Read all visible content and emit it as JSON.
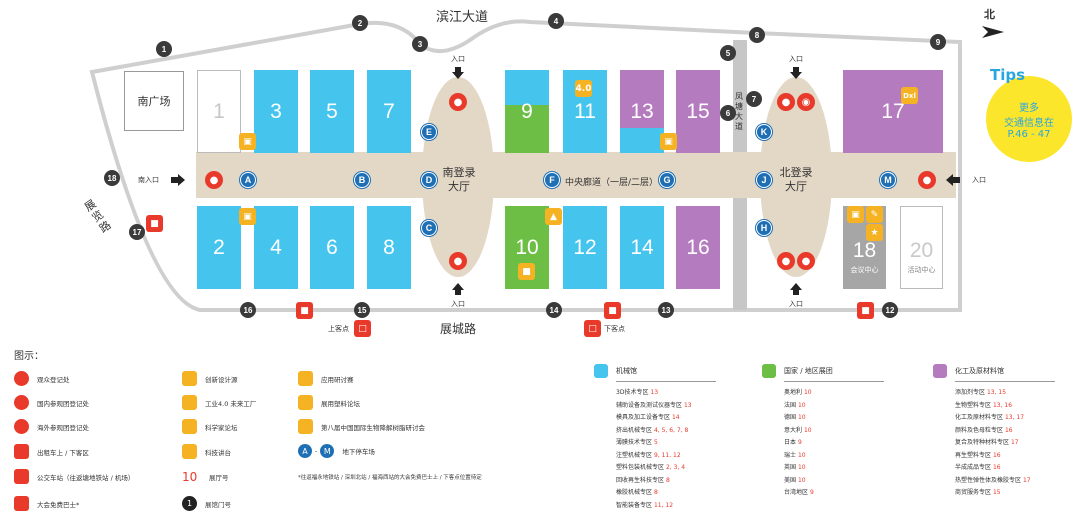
{
  "colors": {
    "machinery": "#45c5ee",
    "national": "#6dbe45",
    "chemical": "#b57bbf",
    "corridor": "#e2d6c5",
    "registration": "#e8392b",
    "gate": "#3a3a3a",
    "bus_stop": "#1f6fb5",
    "tips_yellow": "#fbe62b",
    "tips_blue": "#29a6e0"
  },
  "compass": {
    "label": "北"
  },
  "roads": {
    "north": "滨江大道",
    "south": "展城路",
    "west": "展览路",
    "middle": "凤塘大道"
  },
  "plaza": "南广场",
  "halls": {
    "h1": "1",
    "h2": "2",
    "h3": "3",
    "h4": "4",
    "h5": "5",
    "h6": "6",
    "h7": "7",
    "h8": "8",
    "h9": "9",
    "h10": "10",
    "h11": "11",
    "h12": "12",
    "h13": "13",
    "h14": "14",
    "h15": "15",
    "h16": "16",
    "h17": "17",
    "h18": "18",
    "h20": "20"
  },
  "hall_sublabels": {
    "h18": "会议中心",
    "h20": "活动中心"
  },
  "lobbies": {
    "south": "南登录\n大厅",
    "north": "北登录\n大厅"
  },
  "corridor_label": "中央廊道（一层/二层）",
  "entrances": {
    "label": "入口",
    "south_entrance": "南入口"
  },
  "gates": [
    "1",
    "2",
    "3",
    "4",
    "5",
    "6",
    "7",
    "8",
    "9",
    "12",
    "13",
    "14",
    "15",
    "16",
    "17",
    "18"
  ],
  "bus_stops": [
    "A",
    "B",
    "C",
    "D",
    "E",
    "F",
    "G",
    "H",
    "J",
    "K",
    "M"
  ],
  "stops": {
    "pickup": "上客点",
    "dropoff": "下客点"
  },
  "icon_badges": {
    "gen40": "4.0",
    "dxl": "Dxl"
  },
  "tips": {
    "title": "Tips",
    "line1": "更多",
    "line2": "交通信息在",
    "line3": "P.46 - 47"
  },
  "legend": {
    "title": "图示：",
    "col1": [
      {
        "icon": "visitor-registration-icon",
        "text": "观众登记处"
      },
      {
        "icon": "domestic-group-icon",
        "text": "国内参观团登记处"
      },
      {
        "icon": "overseas-group-icon",
        "text": "海外参观团登记处"
      },
      {
        "icon": "taxi-icon",
        "text": "出租车上 / 下客区"
      },
      {
        "icon": "bus-station-icon",
        "text": "公交车站（往返塘地铁站 / 机场）"
      },
      {
        "icon": "free-shuttle-icon",
        "text": "大会免费巴士*"
      }
    ],
    "col2": [
      {
        "icon": "dxl-icon",
        "text": "创新设计源"
      },
      {
        "icon": "industry40-icon",
        "text": "工业4.0 未来工厂"
      },
      {
        "icon": "scientist-forum-icon",
        "text": "科学家论坛"
      },
      {
        "icon": "tech-talk-icon",
        "text": "科技讲台"
      },
      {
        "icon": "hall-number-icon",
        "text": "展厅号",
        "sample": "10"
      },
      {
        "icon": "gate-number-icon",
        "text": "展馆门号",
        "sample": "1"
      }
    ],
    "col3": [
      {
        "icon": "application-seminar-icon",
        "text": "应用研讨赛"
      },
      {
        "icon": "plastics-forum-icon",
        "text": "展用塑料论坛"
      },
      {
        "icon": "bio-symposium-icon",
        "text": "第八届中国国际生物降解树脂研讨会"
      },
      {
        "icon": "parking-icon",
        "text": "地下停车场",
        "range": [
          "A",
          "M"
        ]
      }
    ],
    "footnote": "*往返福永地铁站 / 深圳北站 / 福海西站的大会免费巴士上 / 下客点位置待定"
  },
  "categories": [
    {
      "title": "机械馆",
      "color": "#45c5ee",
      "rows": [
        {
          "name": "3D技术专区",
          "halls": "13"
        },
        {
          "name": "辅助设备及测试仪器专区",
          "halls": "13"
        },
        {
          "name": "模具及加工设备专区",
          "halls": "14"
        },
        {
          "name": "挤出机械专区",
          "halls": "4, 5, 6, 7, 8"
        },
        {
          "name": "薄膜技术专区",
          "halls": "5"
        },
        {
          "name": "注塑机械专区",
          "halls": "9, 11, 12"
        },
        {
          "name": "塑料包装机械专区",
          "halls": "2, 3, 4"
        },
        {
          "name": "回收再生科技专区",
          "halls": "8"
        },
        {
          "name": "橡胶机械专区",
          "halls": "8"
        },
        {
          "name": "智能装备专区",
          "halls": "11, 12"
        }
      ]
    },
    {
      "title": "国家 / 地区展团",
      "color": "#6dbe45",
      "rows": [
        {
          "name": "奥地利",
          "halls": "10"
        },
        {
          "name": "法国",
          "halls": "10"
        },
        {
          "name": "德国",
          "halls": "10"
        },
        {
          "name": "意大利",
          "halls": "10"
        },
        {
          "name": "日本",
          "halls": "9"
        },
        {
          "name": "瑞士",
          "halls": "10"
        },
        {
          "name": "英国",
          "halls": "10"
        },
        {
          "name": "美国",
          "halls": "10"
        },
        {
          "name": "台湾地区",
          "halls": "9"
        }
      ]
    },
    {
      "title": "化工及原材料馆",
      "color": "#b57bbf",
      "rows": [
        {
          "name": "添加剂专区",
          "halls": "13, 15"
        },
        {
          "name": "生物塑料专区",
          "halls": "13, 16"
        },
        {
          "name": "化工及原材料专区",
          "halls": "13, 17"
        },
        {
          "name": "颜料及色母粒专区",
          "halls": "16"
        },
        {
          "name": "复合及特种材料专区",
          "halls": "17"
        },
        {
          "name": "再生塑料专区",
          "halls": "16"
        },
        {
          "name": "半成成品专区",
          "halls": "16"
        },
        {
          "name": "热塑性弹性体及橡胶专区",
          "halls": "17"
        },
        {
          "name": "商贸服务专区",
          "halls": "15"
        }
      ]
    }
  ]
}
